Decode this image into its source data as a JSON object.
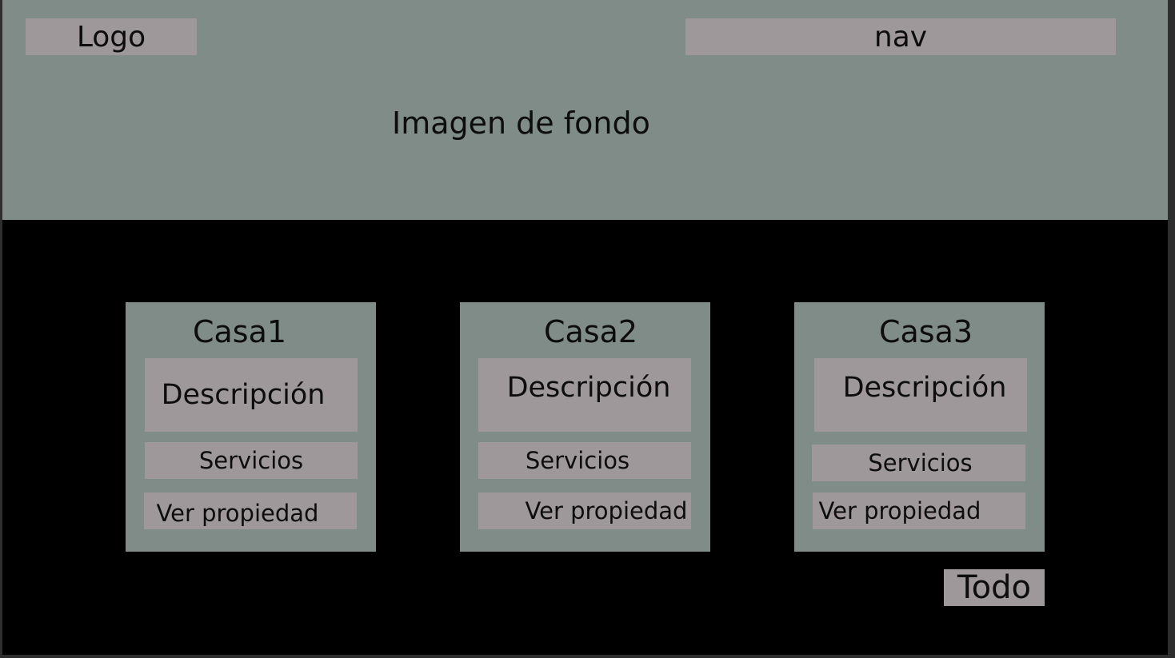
{
  "header": {
    "logo_label": "Logo",
    "nav_label": "nav",
    "background_label": "Imagen de fondo"
  },
  "cards": [
    {
      "title": "Casa1",
      "description_label": "Descripción",
      "services_label": "Servicios",
      "view_label": "Ver propiedad"
    },
    {
      "title": "Casa2",
      "description_label": "Descripción",
      "services_label": "Servicios",
      "view_label": "Ver propiedad"
    },
    {
      "title": "Casa3",
      "description_label": "Descripción",
      "services_label": "Servicios",
      "view_label": "Ver propiedad"
    }
  ],
  "footer": {
    "all_label": "Todo"
  },
  "colors": {
    "block_fill": "#7f8c88",
    "element_fill": "#9e989b",
    "page_background": "#000000"
  }
}
